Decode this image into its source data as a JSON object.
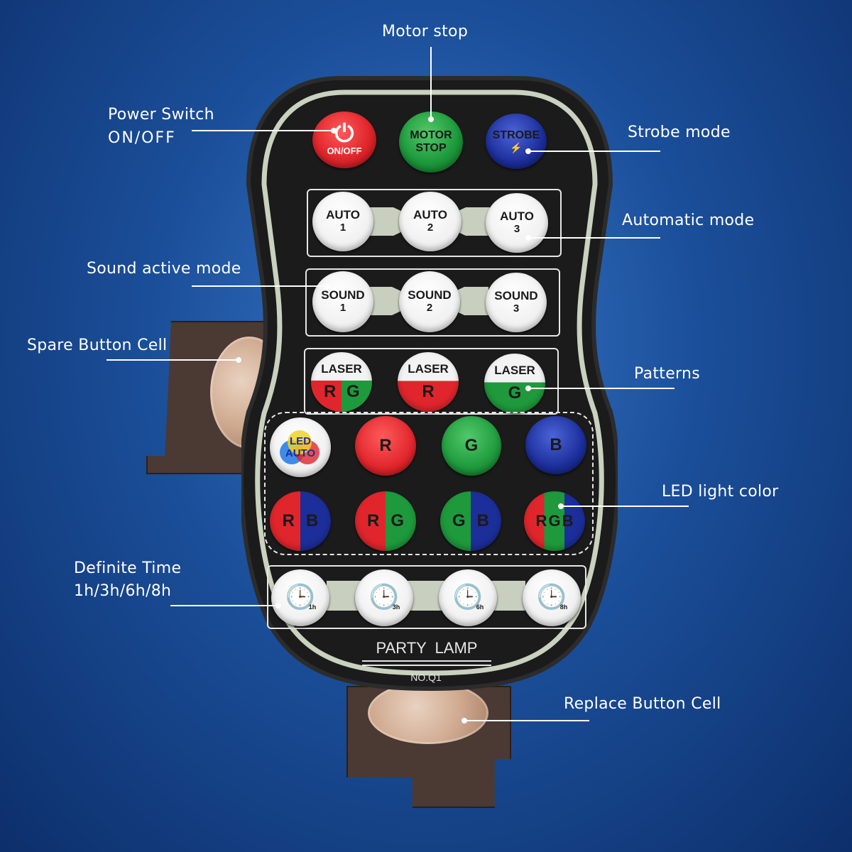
{
  "callouts": {
    "motor_stop": "Motor stop",
    "power_switch_1": "Power Switch",
    "power_switch_2": "ON/OFF",
    "strobe_mode": "Strobe mode",
    "automatic_mode": "Automatic mode",
    "sound_active_mode": "Sound active mode",
    "spare_button_cell": "Spare Button Cell",
    "patterns": "Patterns",
    "led_light_color": "LED light color",
    "definite_time_1": "Definite Time",
    "definite_time_2": "1h/3h/6h/8h",
    "replace_button_cell": "Replace Button Cell"
  },
  "remote": {
    "power_label": "ON/OFF",
    "motor_label_1": "MOTOR",
    "motor_label_2": "STOP",
    "strobe_label": "STROBE",
    "auto": [
      {
        "l1": "AUTO",
        "l2": "1"
      },
      {
        "l1": "AUTO",
        "l2": "2"
      },
      {
        "l1": "AUTO",
        "l2": "3"
      }
    ],
    "sound": [
      {
        "l1": "SOUND",
        "l2": "1"
      },
      {
        "l1": "SOUND",
        "l2": "2"
      },
      {
        "l1": "SOUND",
        "l2": "3"
      }
    ],
    "laser": [
      {
        "l1": "LASER",
        "l2a": "R",
        "l2b": "G"
      },
      {
        "l1": "LASER",
        "l2": "R"
      },
      {
        "l1": "LASER",
        "l2": "G"
      }
    ],
    "led_auto_1": "LED",
    "led_auto_2": "AUTO",
    "single_colors": [
      "R",
      "G",
      "B"
    ],
    "mix_rb": [
      "R",
      "B"
    ],
    "mix_rg": [
      "R",
      "G"
    ],
    "mix_gb": [
      "G",
      "B"
    ],
    "mix_rgb": [
      "R",
      "G",
      "B"
    ],
    "timers": [
      "1h",
      "3h",
      "6h",
      "8h"
    ],
    "brand": "PARTY LAMP",
    "model": "NO.Q1"
  },
  "colors": {
    "red": "#e0262c",
    "green": "#1e9a3c",
    "blue": "#1c2e9a",
    "body": "#111111",
    "rim": "#c9d1bf"
  }
}
